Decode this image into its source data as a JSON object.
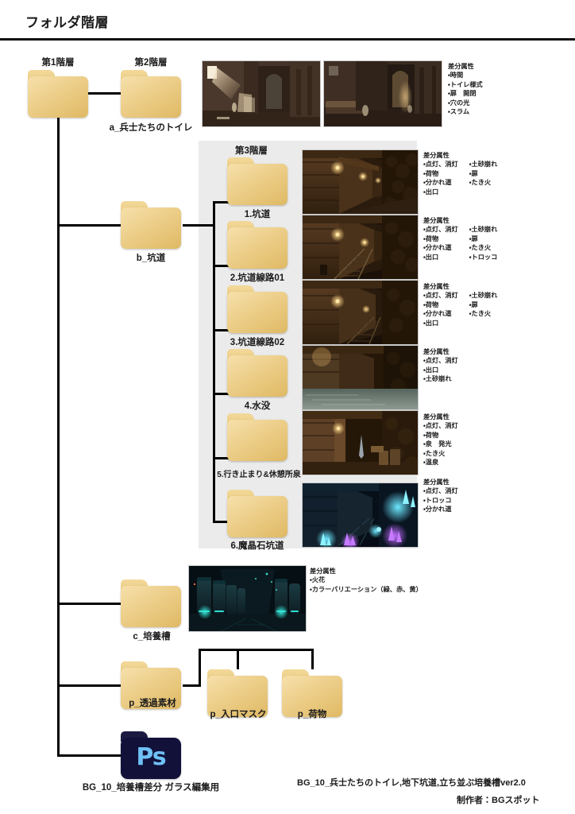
{
  "header": {
    "title": "フォルダ階層"
  },
  "tiers": {
    "tier1_label": "第1階層",
    "tier2_label": "第2階層",
    "tier3_label": "第3階層"
  },
  "folders": {
    "root": {
      "label": "",
      "icon": "folder-icon"
    },
    "a_toilet": {
      "label": "a_兵士たちのトイレ",
      "icon": "folder-icon"
    },
    "b_mine": {
      "label": "b_坑道",
      "icon": "folder-icon"
    },
    "c_tank": {
      "label": "c_培養槽",
      "icon": "folder-icon"
    },
    "p_transparent": {
      "label": "p_透過素材",
      "icon": "folder-icon"
    },
    "p_entrance_mask": {
      "label": "p_入口マスク",
      "icon": "folder-icon"
    },
    "p_luggage": {
      "label": "p_荷物",
      "icon": "folder-icon"
    },
    "ps_file": {
      "label": "BG_10_培養槽差分 ガラス編集用",
      "icon": "photoshop-folder-icon",
      "glyph": "Ps"
    }
  },
  "tier3_folders": [
    {
      "label": "1.坑道"
    },
    {
      "label": "2.坑道線路01"
    },
    {
      "label": "3.坑道線路02"
    },
    {
      "label": "4.水没"
    },
    {
      "label": "5.行き止まり&休憩所泉"
    },
    {
      "label": "6.魔晶石坑道"
    }
  ],
  "attributes": {
    "title": "差分属性",
    "toilet": {
      "title": "差分属性",
      "col1": [
        "・時間",
        "・トイレ様式",
        "・扉　開閉",
        "・穴の光",
        "・スラム"
      ],
      "col2": []
    },
    "mine1": {
      "title": "差分属性",
      "col1": [
        "・点灯、消灯",
        "・荷物",
        "・分かれ道",
        "・出口"
      ],
      "col2": [
        "・土砂崩れ",
        "・扉",
        "・たき火"
      ]
    },
    "mine2": {
      "title": "差分属性",
      "col1": [
        "・点灯、消灯",
        "・荷物",
        "・分かれ道",
        "・出口"
      ],
      "col2": [
        "・土砂崩れ",
        "・扉",
        "・たき火",
        "・トロッコ"
      ]
    },
    "mine3": {
      "title": "差分属性",
      "col1": [
        "・点灯、消灯",
        "・荷物",
        "・分かれ道",
        "・出口"
      ],
      "col2": [
        "・土砂崩れ",
        "・扉",
        "・たき火"
      ]
    },
    "mine4": {
      "title": "差分属性",
      "col1": [
        "・点灯、消灯",
        "・出口",
        "・土砂崩れ"
      ],
      "col2": []
    },
    "mine5": {
      "title": "差分属性",
      "col1": [
        "・点灯、消灯",
        "・荷物",
        "・泉　発光",
        "・たき火",
        "・温泉"
      ],
      "col2": []
    },
    "mine6": {
      "title": "差分属性",
      "col1": [
        "・点灯、消灯",
        "・トロッコ",
        "・分かれ道"
      ],
      "col2": []
    },
    "tank": {
      "title": "差分属性",
      "col1": [
        "・火花",
        "・カラーバリエーション（緑、赤、黄）"
      ],
      "col2": []
    }
  },
  "footer": {
    "title": "BG_10_兵士たちのトイレ,地下坑道,立ち並ぶ培養槽ver2.0",
    "author": "制作者：BGスポット"
  },
  "colors": {
    "folder_fill": "#eccd87",
    "folder_edge": "#dfb964",
    "panel_bg": "#ebebeb",
    "line": "#000000",
    "ps_bg": "#11113a",
    "ps_glyph": "#6fc0f5"
  }
}
